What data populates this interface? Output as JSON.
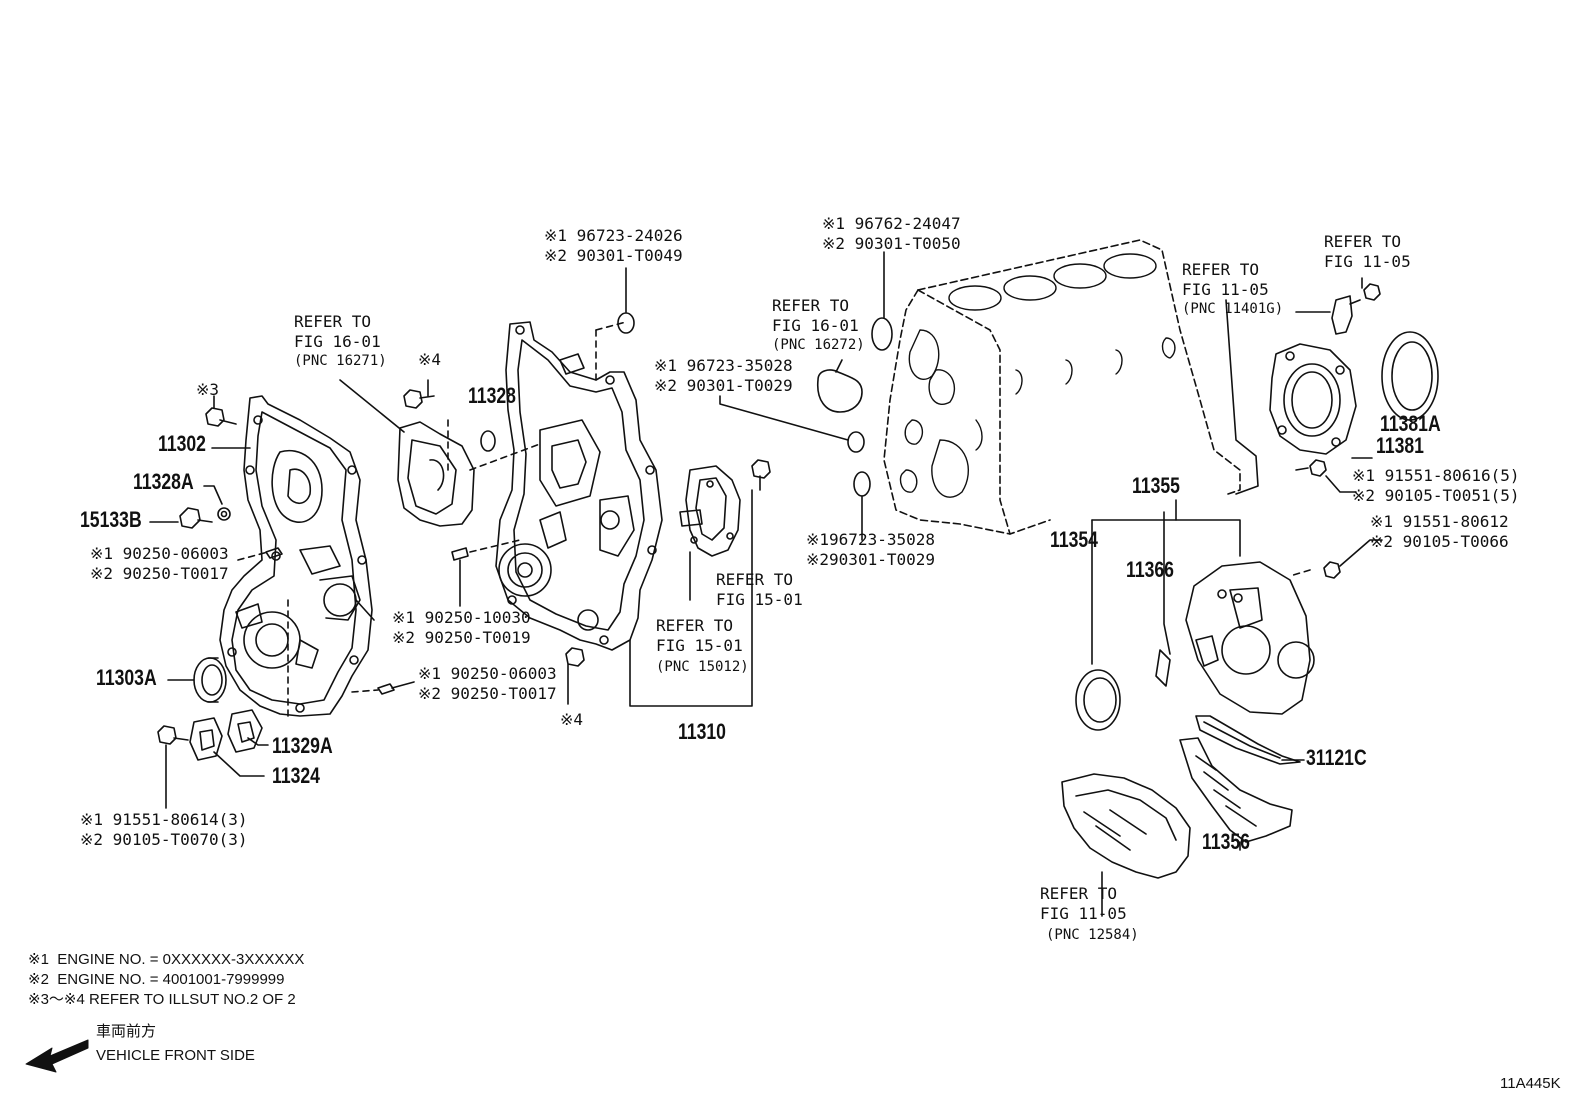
{
  "parts": {
    "p11302": "11302",
    "p11328A": "11328A",
    "p15133B": "15133B",
    "p11303A": "11303A",
    "p11329A": "11329A",
    "p11324": "11324",
    "p11328": "11328",
    "p11310": "11310",
    "p11355": "11355",
    "p11354": "11354",
    "p11366": "11366",
    "p11381A": "11381A",
    "p11381": "11381",
    "p31121C": "31121C",
    "p11356": "11356"
  },
  "marks": {
    "m3": "※3",
    "m4a": "※4",
    "m4b": "※4"
  },
  "callouts": {
    "c_left_dowel_1": "※1 90250-06003",
    "c_left_dowel_2": "※2 90250-T0017",
    "c_mid_pin_1": "※1 90250-10030",
    "c_mid_pin_2": "※2 90250-T0019",
    "c_low_dowel_1": "※1 90250-06003",
    "c_low_dowel_2": "※2 90250-T0017",
    "c_bolt_left_1": "※1 91551-80614(3)",
    "c_bolt_left_2": "※2 90105-T0070(3)",
    "c_oring_top_1": "※1 96723-24026",
    "c_oring_top_2": "※2 90301-T0049",
    "c_oring_b_1": "※1 96762-24047",
    "c_oring_b_2": "※2 90301-T0050",
    "c_oring_mid_1": "※1 96723-35028",
    "c_oring_mid_2": "※2 90301-T0029",
    "c_oring_low_1": "※196723-35028",
    "c_oring_low_2": "※290301-T0029",
    "c_bolt_right_a_1": "※1 91551-80616(5)",
    "c_bolt_right_a_2": "※2 90105-T0051(5)",
    "c_bolt_right_b_1": "※1 91551-80612",
    "c_bolt_right_b_2": "※2 90105-T0066"
  },
  "refers": {
    "r1_l1": "REFER TO",
    "r1_l2": "FIG 16-01",
    "r1_l3": "(PNC 16271)",
    "r2_l1": "REFER TO",
    "r2_l2": "FIG 16-01",
    "r2_l3": "(PNC 16272)",
    "r3_l1": "REFER TO",
    "r3_l2": "FIG 15-01",
    "r4_l1": "REFER TO",
    "r4_l2": "FIG 15-01",
    "r4_l3": "(PNC 15012)",
    "r5_l1": "REFER TO",
    "r5_l2": "FIG 11-05",
    "r5_l3": "(PNC 11401G)",
    "r6_l1": "REFER TO",
    "r6_l2": "FIG 11-05",
    "r7_l1": "REFER TO",
    "r7_l2": "FIG 11-05",
    "r7_l3": "(PNC 12584)"
  },
  "notes": {
    "n1": "※1  ENGINE NO. = 0XXXXXX-3XXXXXX",
    "n2": "※2  ENGINE NO. = 4001001-7999999",
    "n3": "※3～※4 REFER TO ILLSUT NO.2 OF 2",
    "dir_jp": "車両前方",
    "dir_en": "VEHICLE FRONT SIDE",
    "code": "11A445K"
  },
  "icons": {
    "direction": "arrow-left-icon"
  }
}
